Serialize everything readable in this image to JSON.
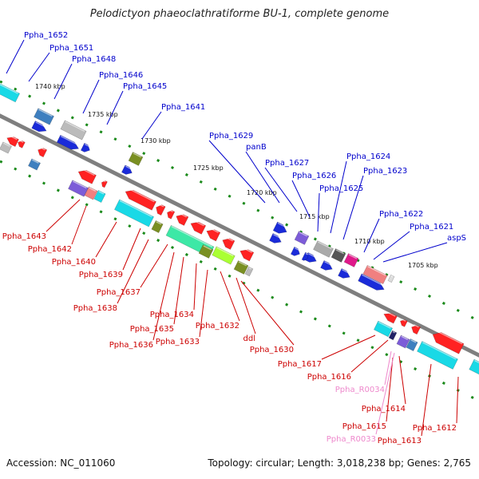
{
  "title": "Pelodictyon phaeoclathratiforme BU-1, complete genome",
  "footer": {
    "accession": "Accession: NC_011060",
    "topology": "Topology: circular; Length: 3,018,238 bp; Genes: 2,765"
  },
  "colors": {
    "backbone": "#7f7f7f",
    "forward_label": "#0000cc",
    "reverse_label": "#cc0000",
    "rna_label": "#ee88cc",
    "tick": "#1a8a1a"
  },
  "ticks": [
    "1740 kbp",
    "1735 kbp",
    "1730 kbp",
    "1725 kbp",
    "1720 kbp",
    "1715 kbp",
    "1710 kbp",
    "1705 kbp"
  ],
  "forward_genes": [
    "Ppha_1652",
    "Ppha_1651",
    "Ppha_1648",
    "Ppha_1646",
    "Ppha_1645",
    "Ppha_1641",
    "Ppha_1629",
    "panB",
    "Ppha_1627",
    "Ppha_1626",
    "Ppha_1625",
    "Ppha_1624",
    "Ppha_1623",
    "Ppha_1622",
    "Ppha_1621",
    "aspS"
  ],
  "reverse_genes": [
    "Ppha_1643",
    "Ppha_1642",
    "Ppha_1640",
    "Ppha_1639",
    "Ppha_1638",
    "Ppha_1637",
    "Ppha_1636",
    "Ppha_1635",
    "Ppha_1634",
    "Ppha_1633",
    "Ppha_1632",
    "ddl",
    "Ppha_1630",
    "Ppha_1617",
    "Ppha_1616",
    "Ppha_1614",
    "Ppha_1615",
    "Ppha_1613",
    "Ppha_1612"
  ],
  "rna_genes": [
    "Ppha_R0034",
    "Ppha_R0033"
  ]
}
